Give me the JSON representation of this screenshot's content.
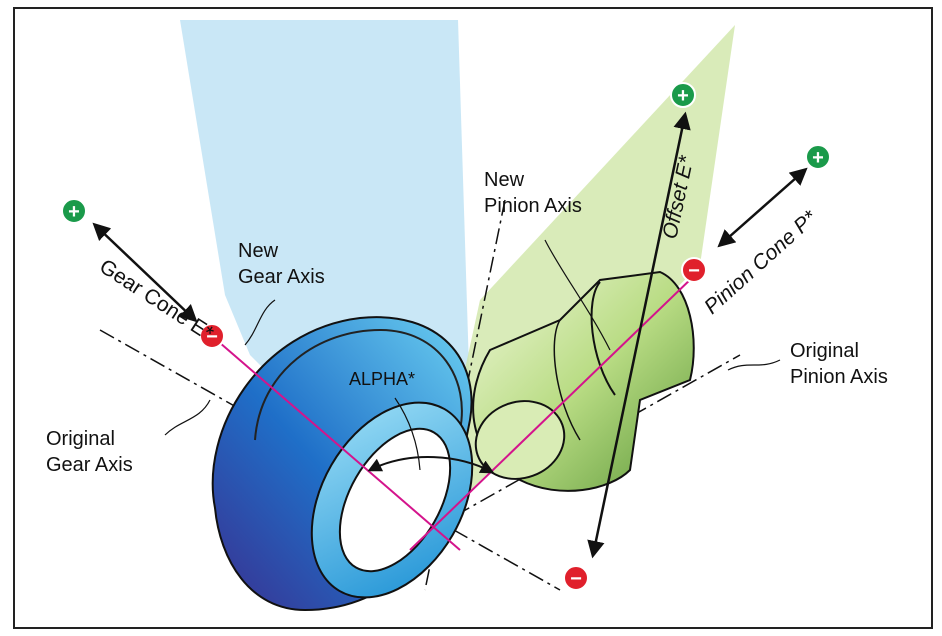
{
  "labels": {
    "new_gear_axis": [
      "New",
      "Gear Axis"
    ],
    "new_pinion_axis": [
      "New",
      "Pinion Axis"
    ],
    "original_gear_axis": [
      "Original",
      "Gear Axis"
    ],
    "original_pinion_axis": [
      "Original",
      "Pinion Axis"
    ],
    "gear_cone": "Gear Cone E*",
    "offset": "Offset E*",
    "pinion_cone": "Pinion Cone P*",
    "alpha": "ALPHA*"
  },
  "signs": {
    "plus": "+",
    "minus": "−"
  },
  "colors": {
    "gear_plane": "#bfe3f5",
    "pinion_plane": "#cfe6a8",
    "axis_line": "#d4148c",
    "plus_badge": "#1a9a4a",
    "minus_badge": "#e0202c",
    "gear_dark": "#3a2f8f",
    "gear_mid": "#1f6fc8",
    "gear_light": "#6dd2f2",
    "pinion_dark": "#5f9a3a",
    "pinion_light": "#e9f5cf"
  },
  "icons": {
    "plus_badge": "plus-circle-icon",
    "minus_badge": "minus-circle-icon",
    "arrow": "double-arrow-icon"
  }
}
